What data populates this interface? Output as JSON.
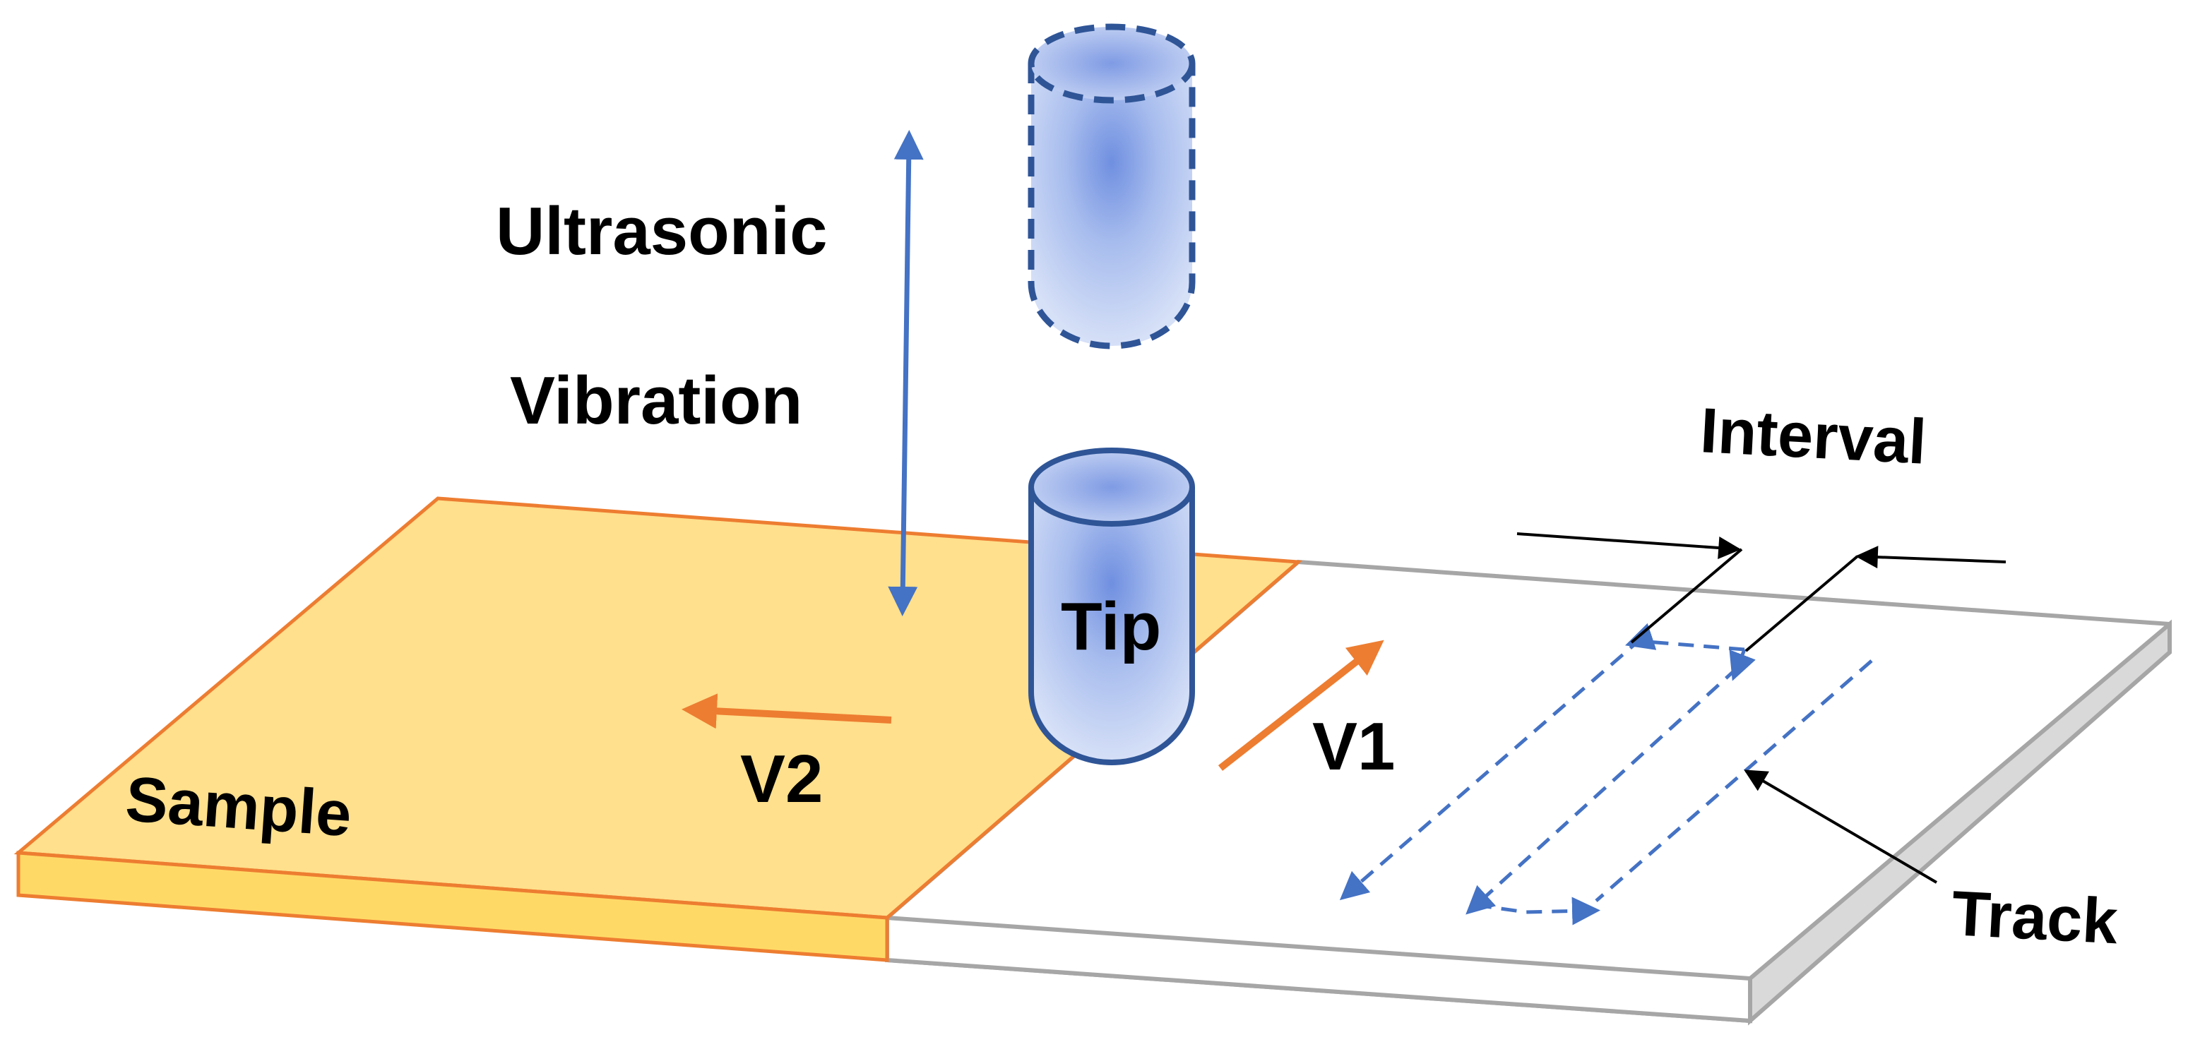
{
  "labels": {
    "ultrasonic": "Ultrasonic",
    "vibration": "Vibration",
    "tip": "Tip",
    "sample": "Sample",
    "v1": "V1",
    "v2": "V2",
    "interval": "Interval",
    "track": "Track"
  },
  "colors": {
    "sample_fill": "#FFE08C",
    "sample_edge": "#ED7D31",
    "plate_edge": "#A6A6A6",
    "tip_fill": "#B4C7E7",
    "tip_edge": "#2F5597",
    "vibration_arrow": "#4472C4",
    "velocity_arrow": "#ED7D31",
    "track_dashes": "#4472C4"
  }
}
